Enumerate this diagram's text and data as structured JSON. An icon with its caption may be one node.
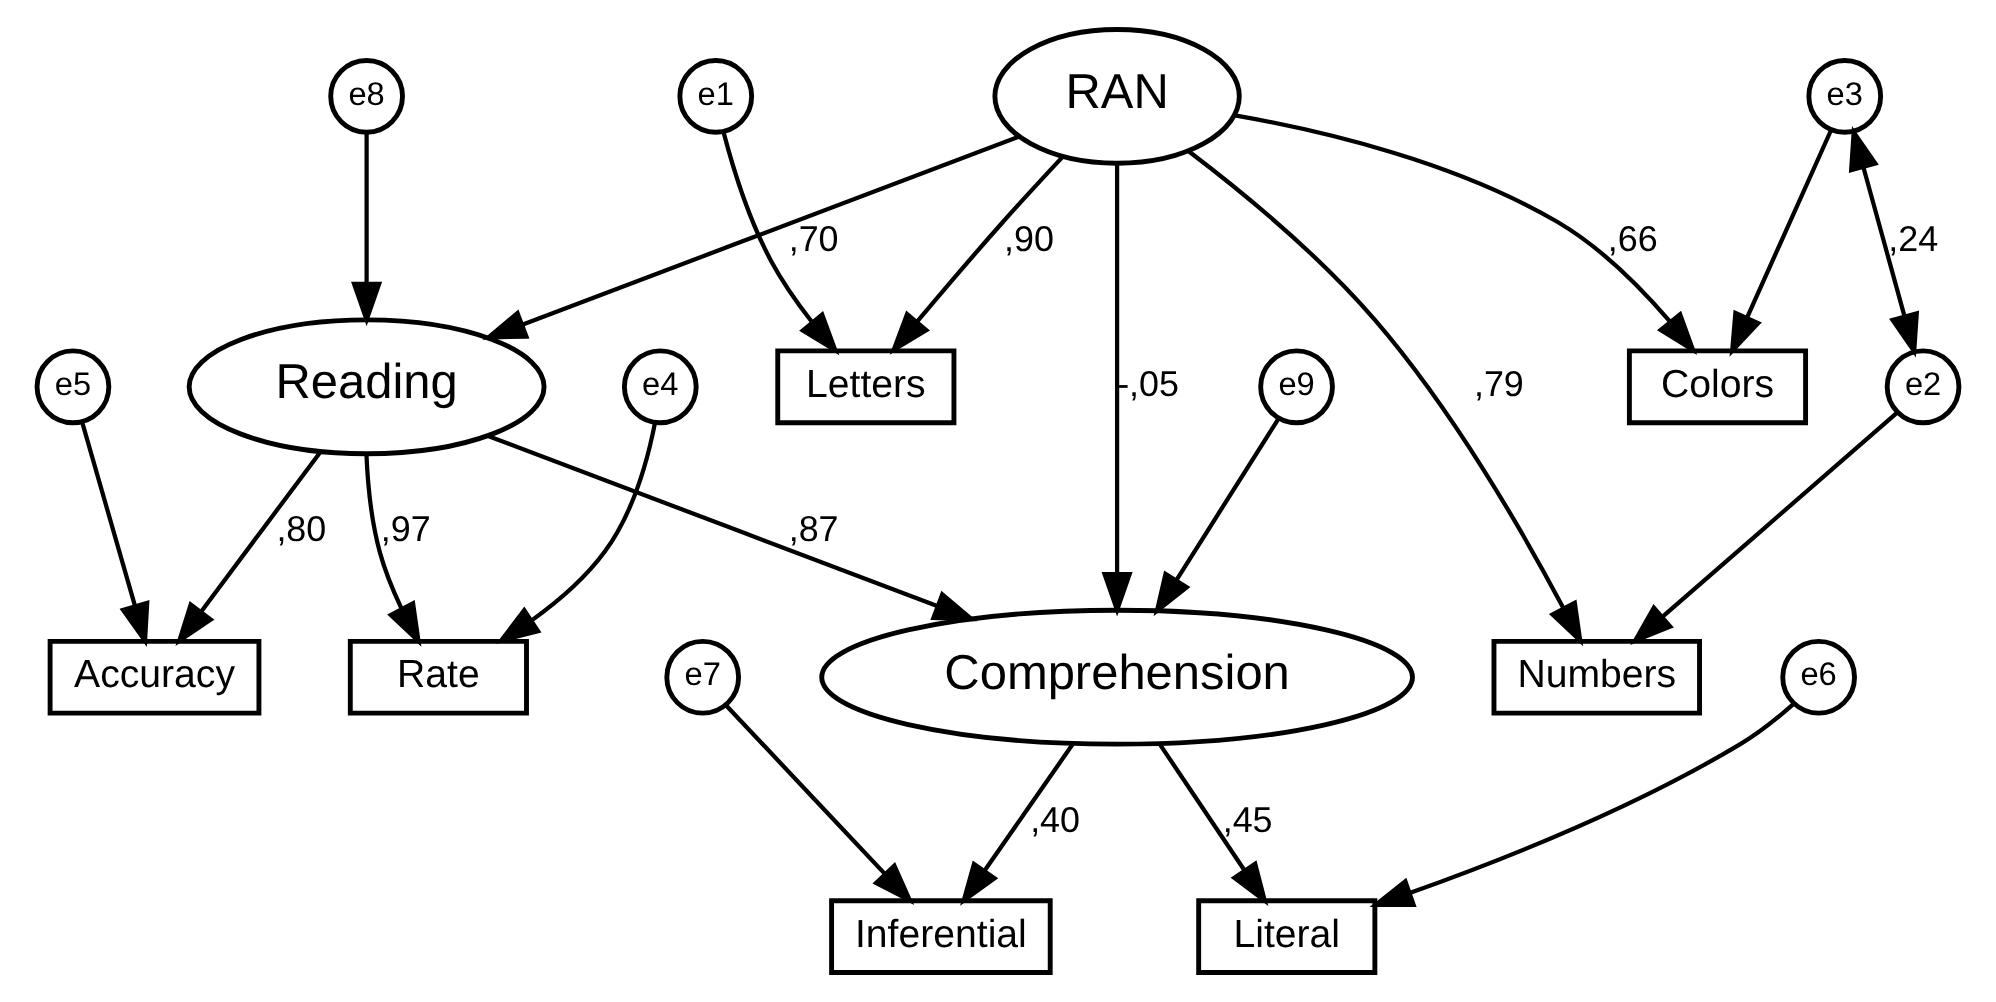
{
  "diagram": {
    "nodes": [
      {
        "text": [
          "e5"
        ]
      },
      {
        "text": [
          "e4"
        ]
      },
      {
        "text": [
          "Accuracy"
        ]
      },
      {
        "text": [
          "Rate"
        ]
      },
      {
        "text": [
          "Reading"
        ]
      },
      {
        "text": [
          "e8"
        ]
      },
      {
        "text": [
          "e3"
        ]
      },
      {
        "text": [
          "Colors"
        ]
      },
      {
        "text": [
          "e2"
        ]
      },
      {
        "text": [
          "Numbers"
        ]
      },
      {
        "text": [
          "e1"
        ]
      },
      {
        "text": [
          "Letters"
        ]
      },
      {
        "text": [
          "RAN"
        ]
      },
      {
        "text": [
          "Comprehension"
        ]
      },
      {
        "text": [
          "Inferential"
        ]
      },
      {
        "text": [
          "e7"
        ]
      },
      {
        "text": [
          "Literal"
        ]
      },
      {
        "text": [
          "e6"
        ]
      },
      {
        "text": [
          "e9"
        ]
      }
    ],
    "edges": [
      {
        "from": 0,
        "to": 2,
        "arrow": "to"
      },
      {
        "from": 1,
        "to": 3,
        "arrow": "to"
      },
      {
        "from": 4,
        "to": 2,
        "arrow": "to",
        "label": ",80"
      },
      {
        "from": 4,
        "to": 3,
        "arrow": "to",
        "label": ",97"
      },
      {
        "from": 5,
        "to": 4,
        "arrow": "to"
      },
      {
        "from": 6,
        "to": 7,
        "arrow": "to"
      },
      {
        "from": 8,
        "to": 9,
        "arrow": "to"
      },
      {
        "from": 10,
        "to": 11,
        "arrow": "to"
      },
      {
        "from": 6,
        "to": 8,
        "arrow": "both",
        "label": ",24"
      },
      {
        "from": 12,
        "to": 7,
        "arrow": "to",
        "label": ",66"
      },
      {
        "from": 12,
        "to": 9,
        "arrow": "to",
        "label": ",79"
      },
      {
        "from": 12,
        "to": 11,
        "arrow": "to",
        "label": ",90"
      },
      {
        "from": 12,
        "to": 4,
        "arrow": "to",
        "label": ",70"
      },
      {
        "from": 4,
        "to": 13,
        "arrow": "to",
        "label": ",87"
      },
      {
        "from": 12,
        "to": 13,
        "arrow": "to",
        "label": "-,05"
      },
      {
        "from": 13,
        "to": 14,
        "arrow": "to",
        "label": ",40"
      },
      {
        "from": 13,
        "to": 16,
        "arrow": "to",
        "label": ",45"
      },
      {
        "from": 15,
        "to": 14,
        "arrow": "to"
      },
      {
        "from": 17,
        "to": 16,
        "arrow": "to"
      },
      {
        "from": 18,
        "to": 13,
        "arrow": "to"
      }
    ]
  }
}
